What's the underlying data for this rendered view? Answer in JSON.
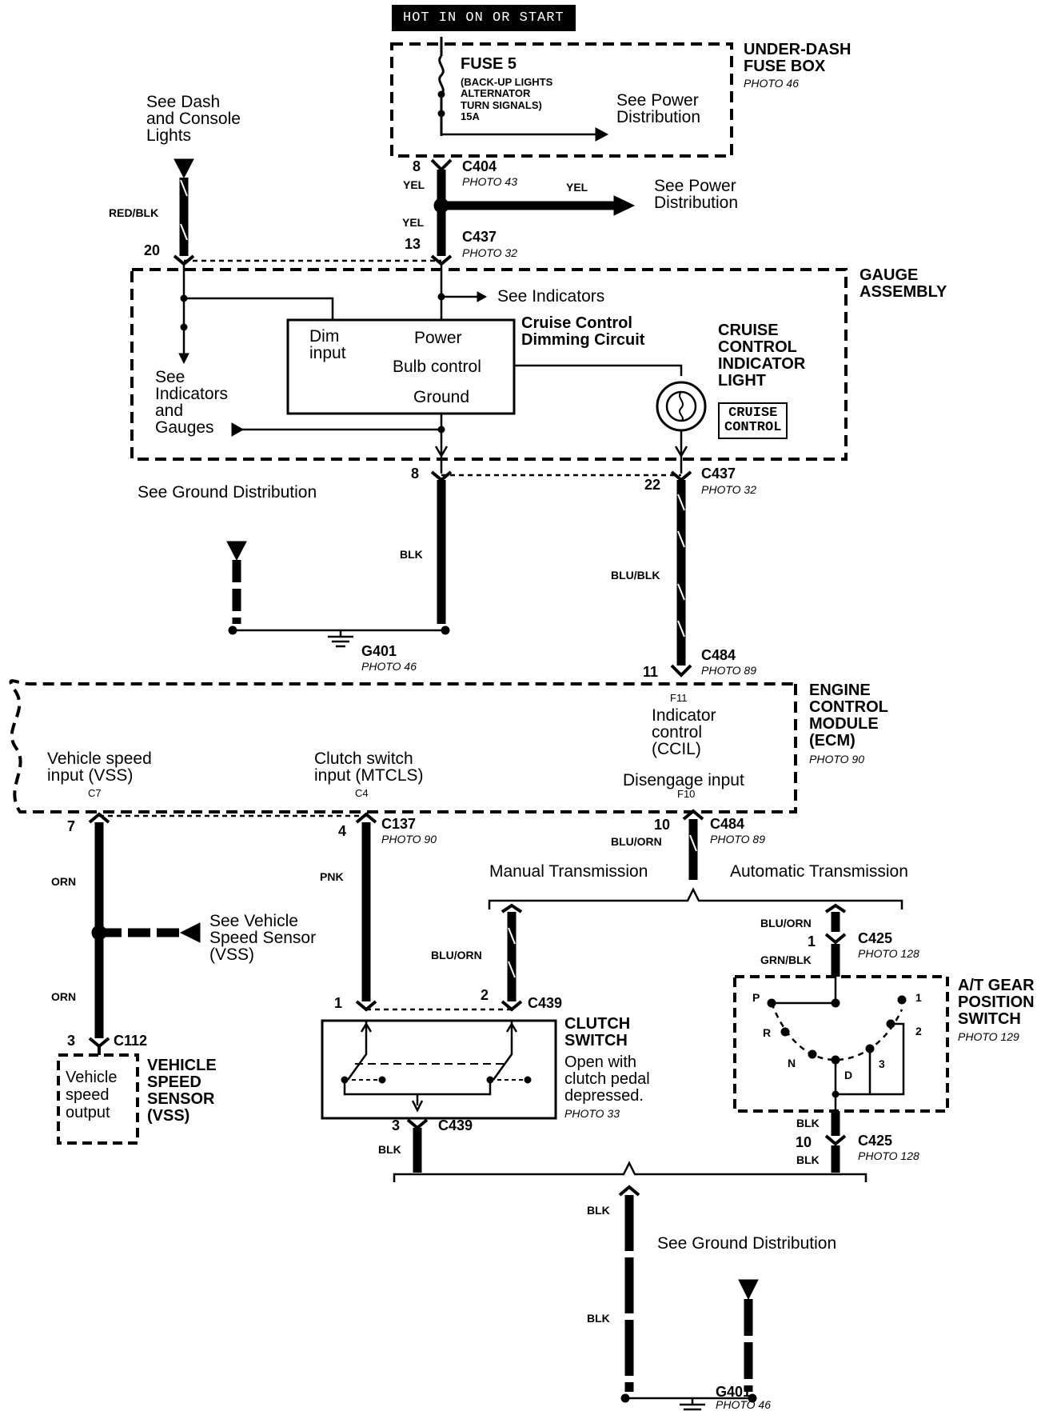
{
  "banner": "HOT IN ON OR START",
  "fuse_box": {
    "name": "UNDER-DASH\nFUSE BOX",
    "photo": "PHOTO 46",
    "fuse_title": "FUSE 5",
    "fuse_detail": "(BACK-UP LIGHTS\nALTERNATOR\nTURN SIGNALS)\n15A",
    "see_power": "See Power\nDistribution"
  },
  "c404": {
    "name": "C404",
    "photo": "PHOTO 43",
    "pin": "8",
    "wire": "YEL"
  },
  "splice_yel": {
    "wire": "YEL",
    "see": "See Power\nDistribution"
  },
  "c437_top": {
    "name": "C437",
    "photo": "PHOTO 32",
    "pin_power": "13",
    "wire_power": "YEL",
    "pin_dim": "20"
  },
  "dash_lights": {
    "see": "See Dash\nand Console\nLights",
    "wire": "RED/BLK"
  },
  "gauge": {
    "name": "GAUGE\nASSEMBLY",
    "see_indicators": "See Indicators",
    "see_ind_gauges": "See\nIndicators\nand\nGauges",
    "circuit_title": "Cruise Control\nDimming Circuit",
    "dim_input": "Dim\ninput",
    "power": "Power",
    "bulb_control": "Bulb control",
    "ground": "Ground",
    "indicator_title": "CRUISE\nCONTROL\nINDICATOR\nLIGHT",
    "badge": "CRUISE\nCONTROL"
  },
  "c437_bottom": {
    "name": "C437",
    "photo": "PHOTO 32",
    "pin_ground": "8",
    "pin_ccil": "22"
  },
  "ground_left": {
    "see": "See Ground Distribution",
    "wire": "BLK",
    "name": "G401",
    "photo": "PHOTO 46"
  },
  "ccil_wire": "BLU/BLK",
  "c484_top": {
    "name": "C484",
    "photo": "PHOTO 89",
    "pin": "11"
  },
  "ecm": {
    "name": "ENGINE\nCONTROL\nMODULE\n(ECM)",
    "photo": "PHOTO 90",
    "f11": "F11",
    "indicator": "Indicator\ncontrol\n(CCIL)",
    "vss_in": "Vehicle speed\ninput (VSS)",
    "c7": "C7",
    "clutch_in": "Clutch switch\ninput (MTCLS)",
    "c4": "C4",
    "disengage": "Disengage input",
    "f10": "F10"
  },
  "vss_branch": {
    "pin": "7",
    "wire1": "ORN",
    "wire2": "ORN",
    "see": "See Vehicle\nSpeed Sensor\n(VSS)",
    "c112_pin": "3",
    "c112": "C112",
    "sensor_output": "Vehicle\nspeed\noutput",
    "sensor_name": "VEHICLE\nSPEED\nSENSOR\n(VSS)"
  },
  "c137": {
    "name": "C137",
    "photo": "PHOTO 90",
    "pin": "4",
    "wire": "PNK"
  },
  "c484_bottom": {
    "name": "C484",
    "photo": "PHOTO 89",
    "pin": "10",
    "wire": "BLU/ORN"
  },
  "trans": {
    "manual": "Manual Transmission",
    "automatic": "Automatic Transmission"
  },
  "clutch": {
    "wire_in": "BLU/ORN",
    "pin1": "1",
    "pin2": "2",
    "c439": "C439",
    "name": "CLUTCH\nSWITCH",
    "desc": "Open with\nclutch pedal\ndepressed.",
    "photo": "PHOTO 33",
    "pin3": "3",
    "c439b": "C439",
    "wire_out": "BLK"
  },
  "at": {
    "c425": "C425",
    "photo": "PHOTO 128",
    "wire_top": "BLU/ORN",
    "pin1": "1",
    "wire_mid": "GRN/BLK",
    "name": "A/T GEAR\nPOSITION\nSWITCH",
    "switch_photo": "PHOTO 129",
    "pos": [
      "P",
      "R",
      "N",
      "D",
      "3",
      "2",
      "1"
    ],
    "wire_blk": "BLK",
    "pin10": "10",
    "wire_blk2": "BLK",
    "c425b": "C425",
    "photo_b": "PHOTO 128"
  },
  "ground_bottom": {
    "wire1": "BLK",
    "see": "See Ground Distribution",
    "wire2": "BLK",
    "name": "G401",
    "photo": "PHOTO 46"
  }
}
